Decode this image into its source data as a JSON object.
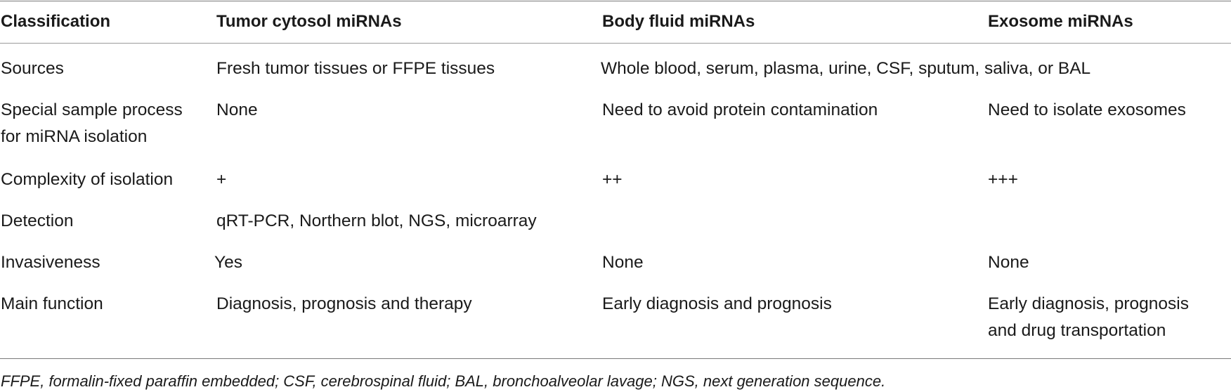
{
  "header": {
    "col1": "Classification",
    "col2": "Tumor cytosol miRNAs",
    "col3": "Body fluid miRNAs",
    "col4": "Exosome miRNAs"
  },
  "rows": [
    {
      "label": [
        "Sources"
      ],
      "tumor": [
        "Fresh tumor tissues or FFPE tissues"
      ],
      "fluid": [
        "Whole blood, serum, plasma, urine, CSF, sputum, saliva, or BAL"
      ],
      "exosome": []
    },
    {
      "label": [
        "Special sample process",
        "for miRNA isolation"
      ],
      "tumor": [
        "None"
      ],
      "fluid": [
        "Need to avoid protein contamination"
      ],
      "exosome": [
        "Need to isolate exosomes"
      ]
    },
    {
      "label": [
        "Complexity of isolation"
      ],
      "tumor": [
        "+"
      ],
      "fluid": [
        "++"
      ],
      "exosome": [
        "+++"
      ]
    },
    {
      "label": [
        "Detection"
      ],
      "tumor": [
        "qRT-PCR, Northern blot, NGS, microarray"
      ],
      "fluid": [],
      "exosome": []
    },
    {
      "label": [
        "Invasiveness"
      ],
      "tumor": [
        "Yes"
      ],
      "fluid": [
        "None"
      ],
      "exosome": [
        "None"
      ]
    },
    {
      "label": [
        "Main function"
      ],
      "tumor": [
        "Diagnosis, prognosis and therapy"
      ],
      "fluid": [
        "Early diagnosis and prognosis"
      ],
      "exosome": [
        "Early diagnosis, prognosis",
        "and drug transportation"
      ]
    }
  ],
  "footnote": "FFPE, formalin-fixed paraffin embedded; CSF, cerebrospinal fluid; BAL, bronchoalveolar lavage; NGS, next generation sequence."
}
